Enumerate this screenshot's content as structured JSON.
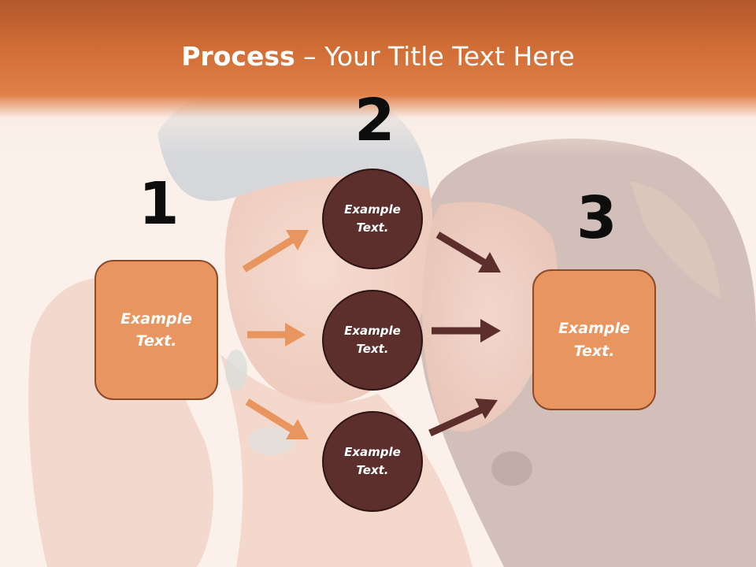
{
  "title": {
    "bold": "Process",
    "rest": " – Your Title Text Here"
  },
  "steps": {
    "one": {
      "number": "1",
      "box_text": "Example Text."
    },
    "two": {
      "number": "2",
      "circles": [
        "Example Text.",
        "Example Text.",
        "Example Text."
      ]
    },
    "three": {
      "number": "3",
      "box_text": "Example Text."
    }
  },
  "colors": {
    "header": "#e08048",
    "box_fill": "#e8955f",
    "circle_fill": "#5c2f2c",
    "arrow_light": "#e8955f",
    "arrow_dark": "#5c2f2c"
  }
}
